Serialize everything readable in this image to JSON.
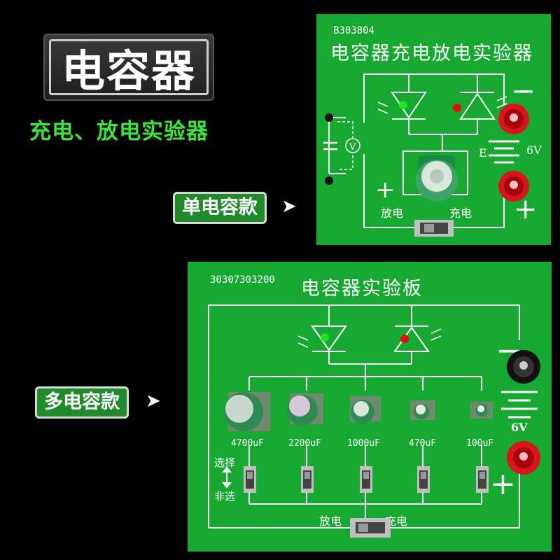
{
  "title": "电容器",
  "subtitle": "充电、放电实验器",
  "single": {
    "tag": "单电容款",
    "board_code": "B303804",
    "board_title": "电容器充电放电实验器",
    "minus": "−",
    "plus_left": "+",
    "plus_right": "+",
    "battery_label": "E",
    "voltage": "6V",
    "meter": "V",
    "discharge": "放电",
    "charge": "充电"
  },
  "multi": {
    "tag": "多电容款",
    "board_code": "30307303200",
    "board_title": "电容器实验板",
    "minus": "−",
    "plus": "+",
    "voltage": "6V",
    "select": "选择",
    "unselect": "非选",
    "discharge": "放电",
    "charge": "充电",
    "capacitors": [
      "4700uF",
      "2200uF",
      "1000uF",
      "470uF",
      "100uF"
    ]
  },
  "arrow": "➤",
  "colors": {
    "board": "#17a832",
    "tag_bg": "#1f8a2a",
    "subtitle": "#39e639",
    "led_green": "#22e022",
    "led_red": "#e01010",
    "terminal_red": "#d8141c",
    "terminal_black": "#111111"
  },
  "icons": [
    "led-green-icon",
    "led-red-icon",
    "capacitor-icon",
    "red-terminal-icon",
    "black-terminal-icon",
    "switch-icon",
    "battery-icon",
    "voltmeter-icon"
  ]
}
